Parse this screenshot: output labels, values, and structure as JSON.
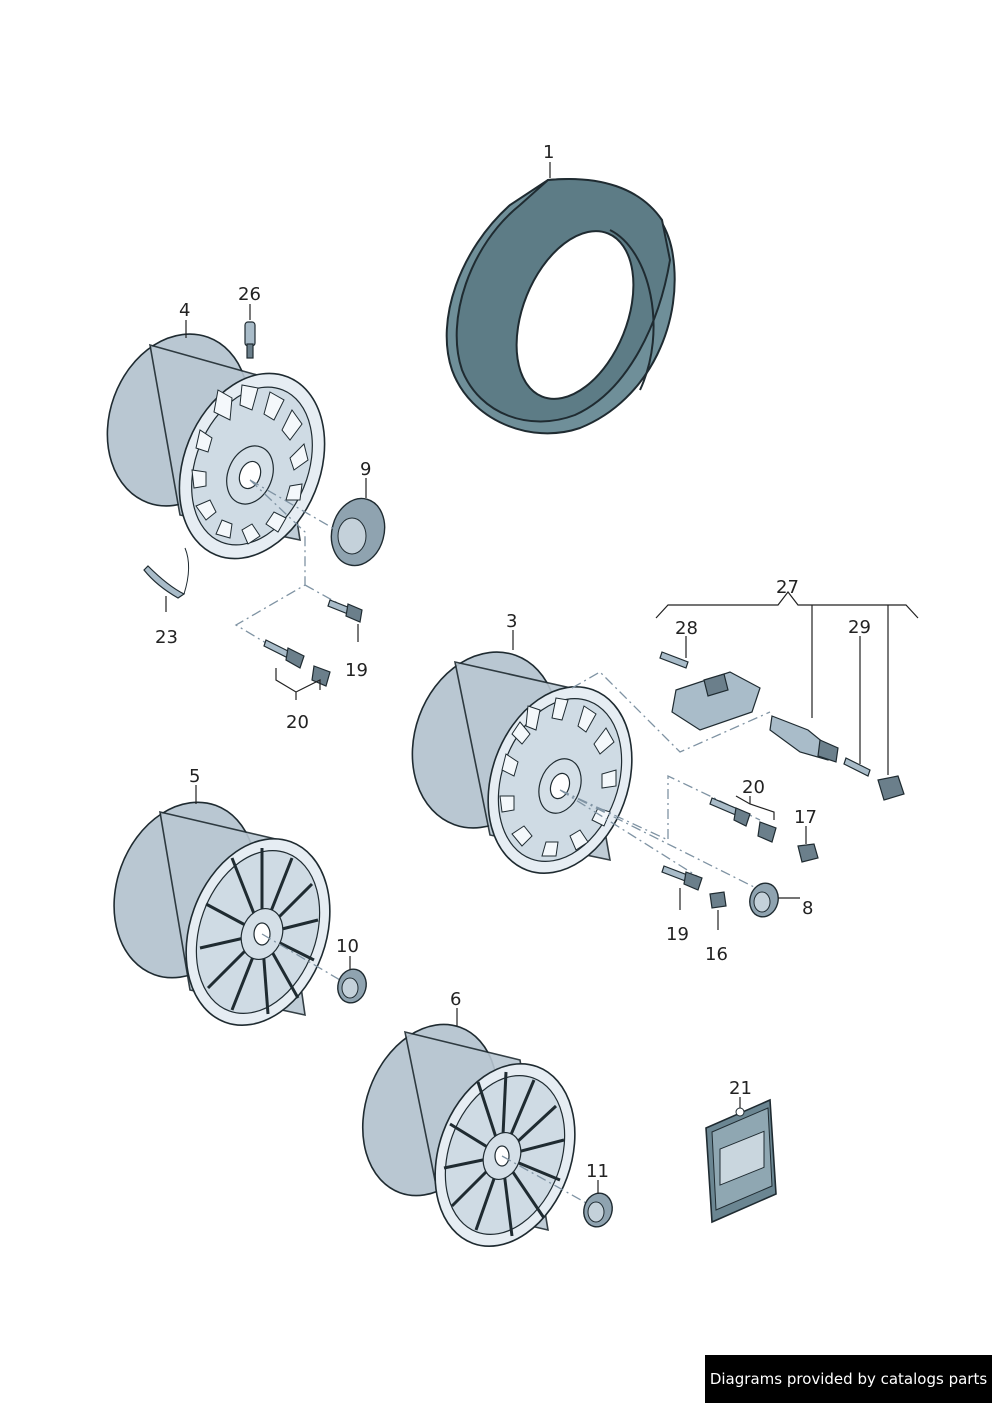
{
  "labels": {
    "p1": "1",
    "p3": "3",
    "p4": "4",
    "p5": "5",
    "p6": "6",
    "p8": "8",
    "p9": "9",
    "p10": "10",
    "p11": "11",
    "p16": "16",
    "p17": "17",
    "p19a": "19",
    "p19b": "19",
    "p20a": "20",
    "p20b": "20",
    "p21": "21",
    "p23": "23",
    "p26": "26",
    "p27": "27",
    "p28": "28",
    "p29": "29"
  },
  "footer": {
    "text": "Diagrams provided by catalogs parts"
  }
}
